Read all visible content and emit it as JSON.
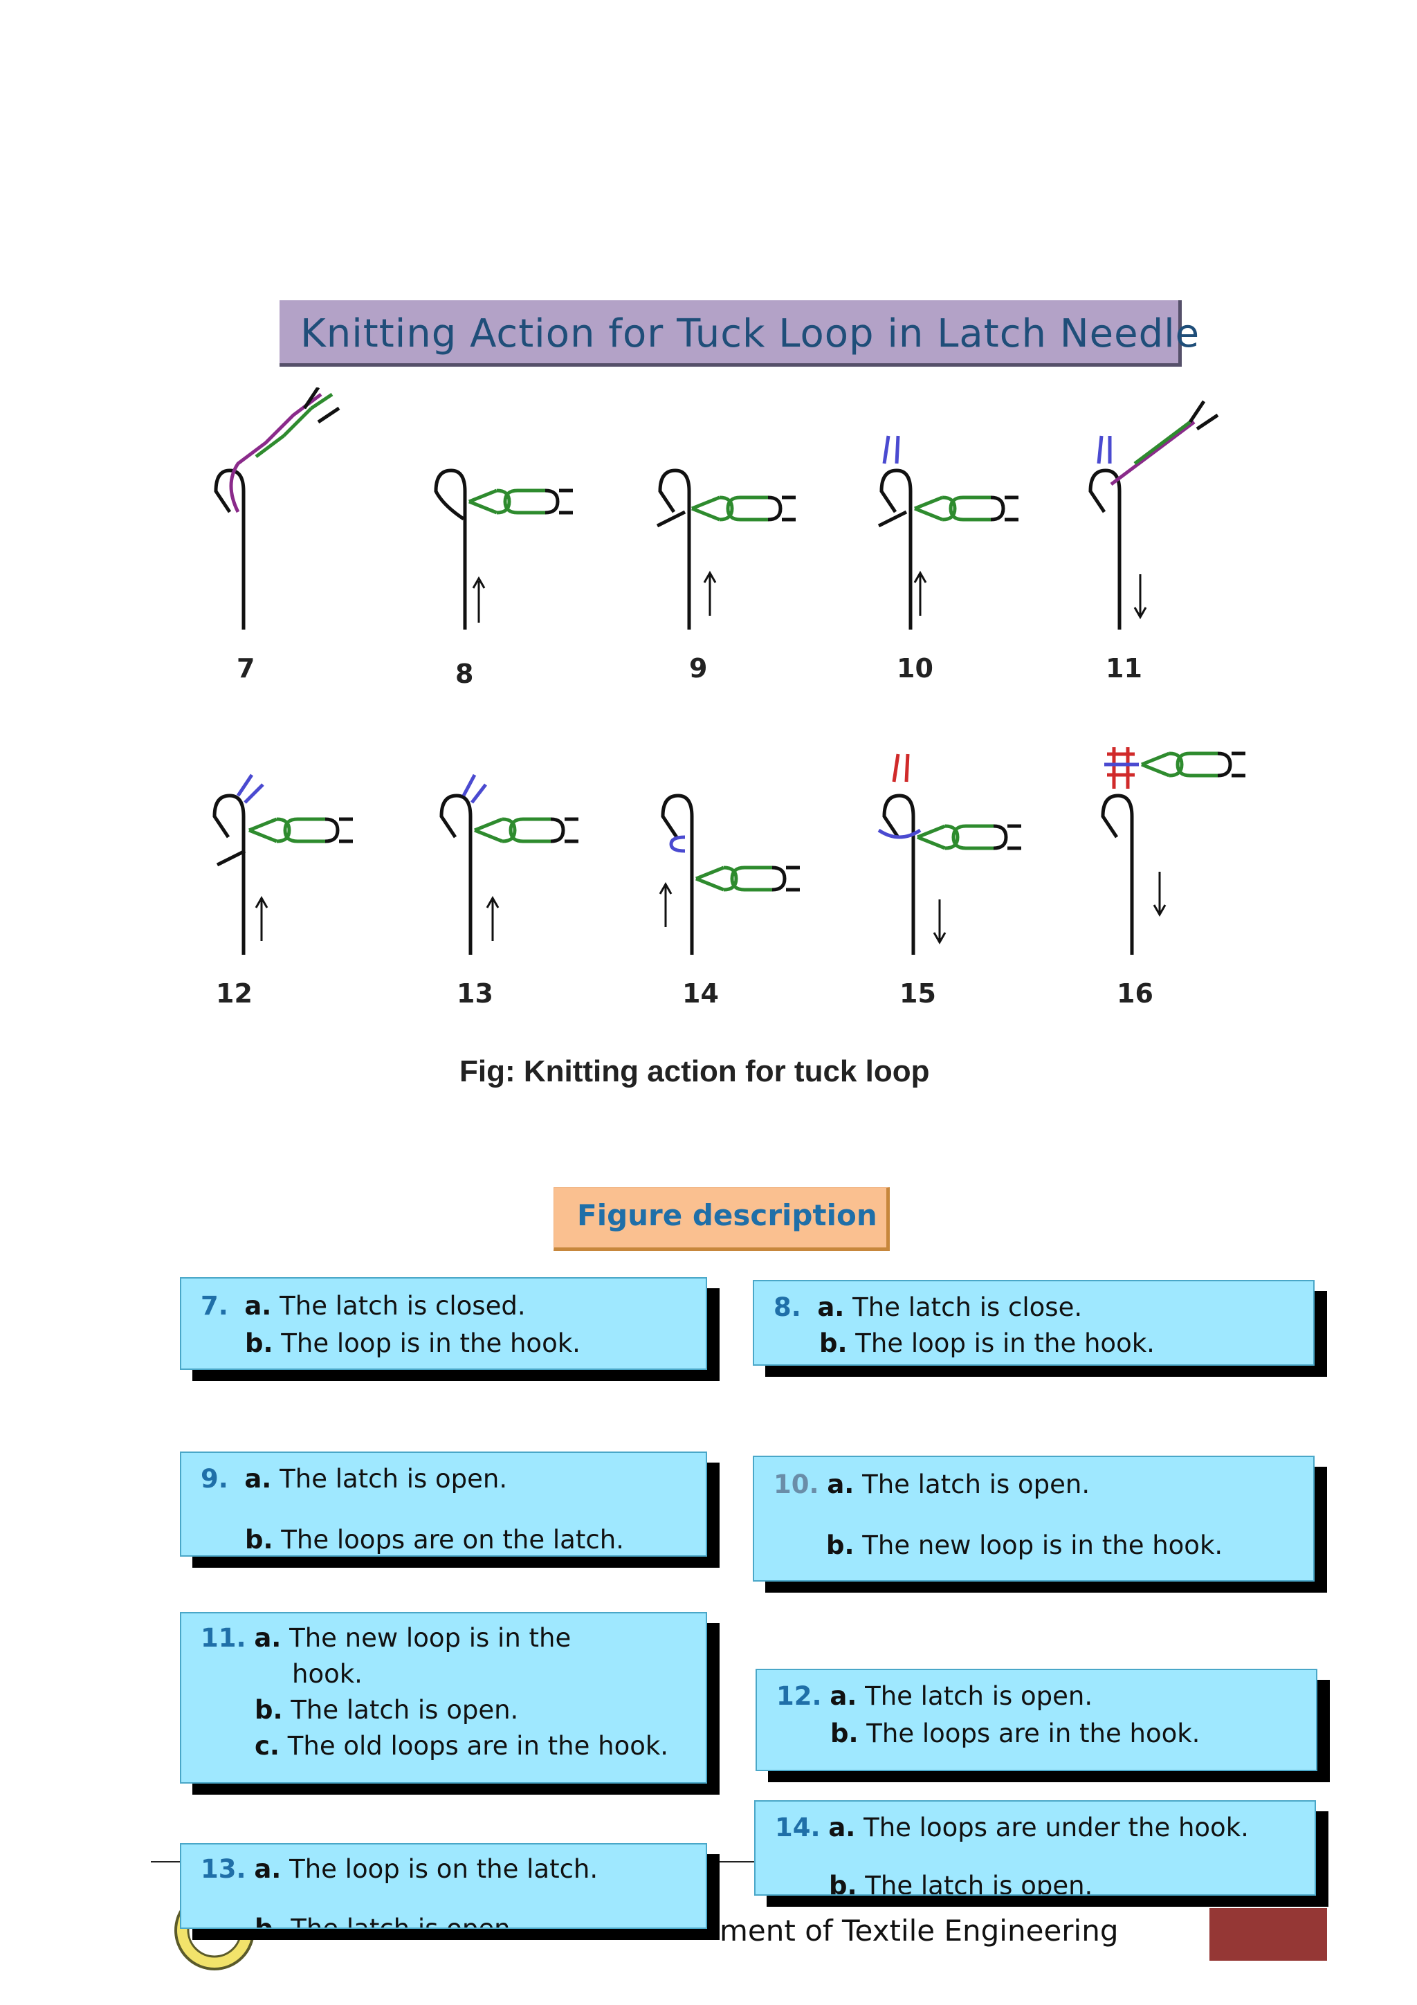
{
  "title": "Knitting Action for Tuck Loop in Latch Needle",
  "figure": {
    "labels_row1": [
      "7",
      "8",
      "9",
      "10",
      "11"
    ],
    "labels_row2": [
      "12",
      "13",
      "14",
      "15",
      "16"
    ],
    "caption": "Fig: Knitting action  for tuck loop"
  },
  "figure_description_label": "Figure description",
  "cards": [
    {
      "num": "7.",
      "lines": [
        {
          "l": "a.",
          "t": " The latch is closed."
        },
        {
          "l": "b.",
          "t": " The loop is in the hook."
        }
      ]
    },
    {
      "num": "8.",
      "lines": [
        {
          "l": "a.",
          "t": " The latch is close."
        },
        {
          "l": "b.",
          "t": " The loop is in the hook."
        }
      ]
    },
    {
      "num": "9.",
      "lines": [
        {
          "l": "a.",
          "t": " The latch is open."
        },
        {
          "l": "b.",
          "t": " The loops are on the latch."
        }
      ]
    },
    {
      "num": "10.",
      "lines": [
        {
          "l": "a.",
          "t": " The latch is open."
        },
        {
          "l": "b.",
          "t": " The new loop is in the hook."
        }
      ]
    },
    {
      "num": "11.",
      "lines": [
        {
          "l": "a.",
          "t": " The new loop is in the"
        },
        {
          "l": "",
          "t": "hook."
        },
        {
          "l": "b.",
          "t": " The latch is open."
        },
        {
          "l": "c.",
          "t": " The old loops are in the hook."
        }
      ]
    },
    {
      "num": "12.",
      "lines": [
        {
          "l": "a.",
          "t": " The latch is open."
        },
        {
          "l": "b.",
          "t": " The loops are in the hook."
        }
      ]
    },
    {
      "num": "13.",
      "lines": [
        {
          "l": "a.",
          "t": " The loop is on the latch."
        },
        {
          "l": "b.",
          "t": " The latch is open."
        }
      ]
    },
    {
      "num": "14.",
      "lines": [
        {
          "l": "a.",
          "t": " The loops are under the hook."
        },
        {
          "l": "b.",
          "t": " The latch is open."
        }
      ]
    }
  ],
  "footer": {
    "text": "ment of Textile Engineering"
  },
  "colors": {
    "title_bg": "#b3a2c7",
    "title_text": "#1f4e79",
    "card_bg": "#9fe8ff",
    "number": "#1f6fa8",
    "desc_bg": "#fac090",
    "footer_rect": "#953735"
  }
}
